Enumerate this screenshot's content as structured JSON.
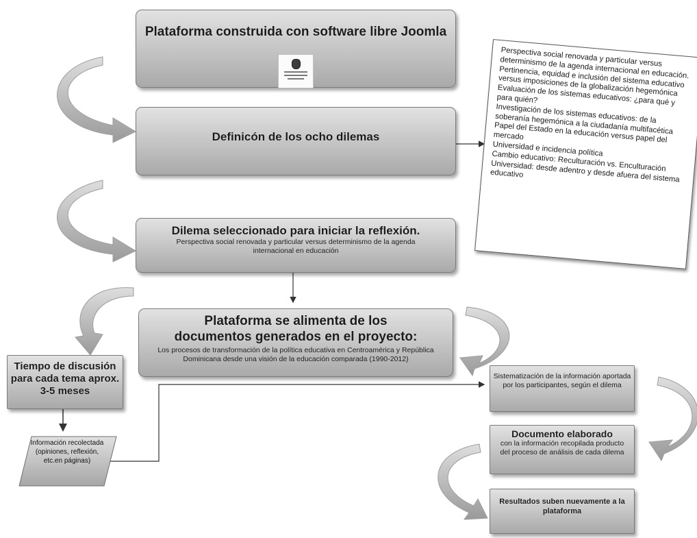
{
  "platform": {
    "title": "Plataforma construida con software libre Joomla",
    "logo_name": "university-logo"
  },
  "definition": {
    "title": "Definicón de los ocho dilemas"
  },
  "dilemmas_list": [
    "Perspectiva social renovada y particular  versus determinismo de la agenda internacional en educación.",
    "Pertinencia, equidad e inclusión del sistema educativo versus imposiciones de la globalización hegemónica",
    "Evaluación de los sistemas educativos: ¿para qué y para quién?",
    "Investigación de los sistemas educativos: de la soberanía hegemónica a la ciudadanía multifacética",
    "Papel del Estado en la educación versus papel del mercado",
    "Universidad e incidencia política",
    "Cambio educativo: Reculturación vs. Enculturación",
    "Universidad: desde adentro y desde afuera del sistema educativo"
  ],
  "selected": {
    "title": "Dilema seleccionado para iniciar la reflexión.",
    "subtitle": "Perspectiva social renovada y particular  versus  determinismo de la agenda internacional en educación"
  },
  "documents": {
    "title": "Plataforma se alimenta de los documentos generados en el proyecto:",
    "subtitle": "Los procesos  de transformación de la política educativa en Centroamérica y República Dominicana desde una visión de la educación comparada (1990-2012)"
  },
  "discussion": {
    "title": "Tiempo de discusión para cada tema aprox. 3-5 meses"
  },
  "info_collected": {
    "text": "Información recolectada (opiniones, reflexión, etc.en páginas)"
  },
  "systematization": {
    "text": "Sistematización de la información aportada por los participantes, según el dilema"
  },
  "document_elaborated": {
    "title": "Documento elaborado",
    "subtitle": "con la información recopilada producto del proceso de análisis de cada dilema"
  },
  "results": {
    "title": "Resultados suben nuevamente a la plataforma"
  },
  "colors": {
    "box_top": "#e2e2e2",
    "box_bottom": "#a9a9a9",
    "border": "#7a7a7a",
    "arrow": "#b5b5b5",
    "line": "#333333"
  }
}
